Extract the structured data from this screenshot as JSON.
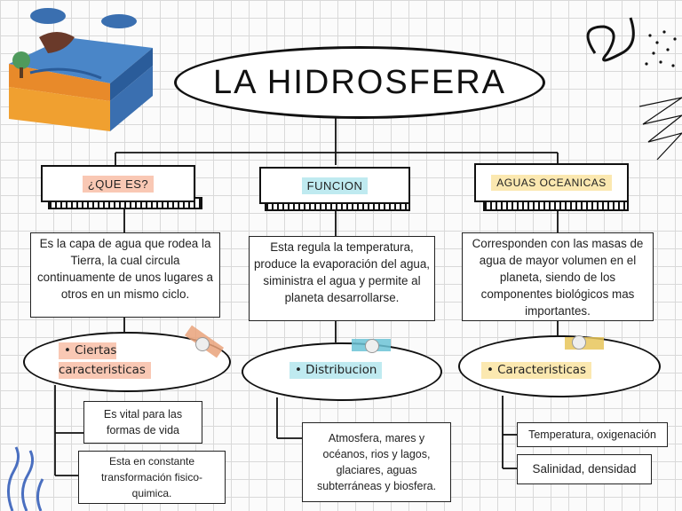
{
  "title": "LA HIDROSFERA",
  "columns": [
    {
      "heading": "¿QUE ES?",
      "heading_color": "#f9c8b4",
      "description": "Es la capa de agua que rodea la Tierra, la cual circula continuamente de unos lugares a otros en un mismo ciclo.",
      "sub_label": "Ciertas caracteristicas",
      "sub_color": "#f9c8b4",
      "tape_color": "#e9a27a",
      "leaves": [
        "Es vital para las formas de vida",
        "Esta en constante transformación fisico-quimica."
      ]
    },
    {
      "heading": "FUNCION",
      "heading_color": "#bfeaf0",
      "description": "Esta regula la temperatura, produce la evaporación del agua, siministra el agua y permite al planeta desarrollarse.",
      "sub_label": "Distribucion",
      "sub_color": "#bfeaf0",
      "tape_color": "#6cc3d6",
      "leaves": [
        "Atmosfera, mares y océanos, rios y lagos, glaciares, aguas subterráneas y biosfera."
      ]
    },
    {
      "heading": "AGUAS OCEANICAS",
      "heading_color": "#fbe8b0",
      "description": "Corresponden con las masas de agua de mayor volumen en el planeta, siendo de los componentes biológicos mas importantes.",
      "sub_label": "Caracteristicas",
      "sub_color": "#fbe8b0",
      "tape_color": "#e8c65a",
      "leaves": [
        "Temperatura, oxigenación",
        "Salinidad, densidad"
      ]
    }
  ]
}
